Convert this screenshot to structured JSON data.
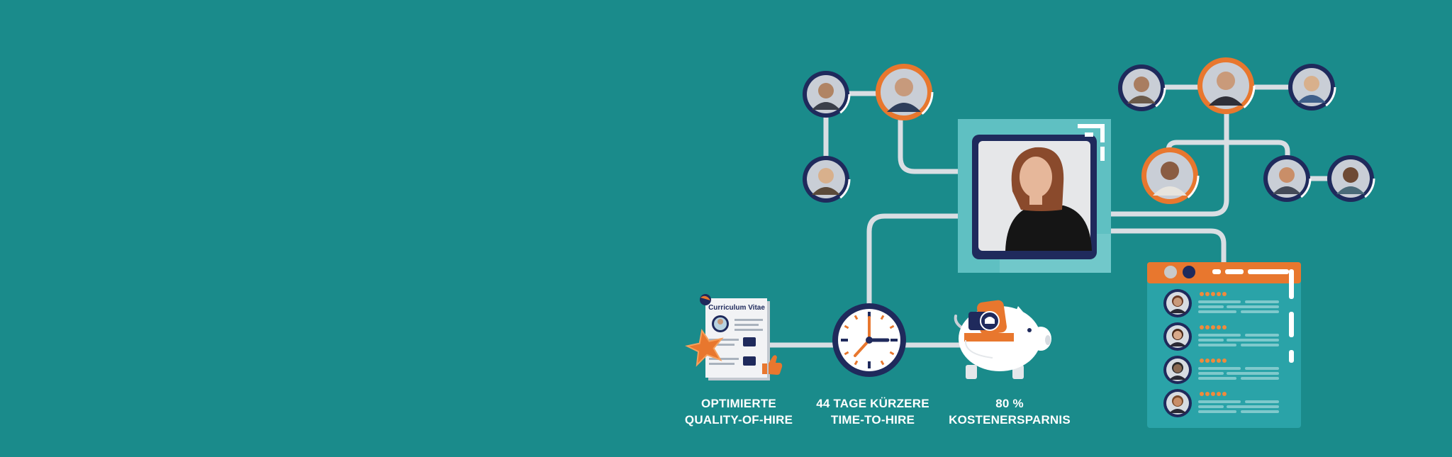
{
  "colors": {
    "background": "#1a8b8b",
    "accent_orange": "#e8772e",
    "navy": "#1f2a5c",
    "connector": "#d9dee3",
    "panel_teal": "#5fc0c2",
    "card_teal": "#2aa3a8"
  },
  "document": {
    "title": "Curriculum Vitae"
  },
  "stats": [
    {
      "line1": "OPTIMIERTE",
      "line2": "QUALITY-OF-HIRE",
      "icon": "cv-document-icon"
    },
    {
      "line1": "44 TAGE KÜRZERE",
      "line2": "TIME-TO-HIRE",
      "icon": "clock-icon"
    },
    {
      "line1": "80 %",
      "line2": "KOSTENERSPARNIS",
      "icon": "piggy-bank-icon"
    }
  ],
  "candidate_list": {
    "rows": [
      {
        "rating": 5
      },
      {
        "rating": 5
      },
      {
        "rating": 5
      },
      {
        "rating": 5
      }
    ]
  }
}
